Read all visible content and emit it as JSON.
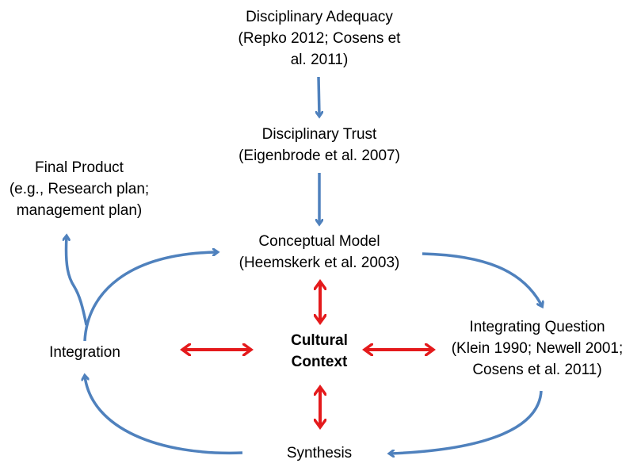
{
  "nodes": {
    "adequacy": {
      "lines": [
        "Disciplinary Adequacy",
        "(Repko 2012; Cosens et",
        "al. 2011)"
      ]
    },
    "trust": {
      "lines": [
        "Disciplinary Trust",
        "(Eigenbrode et al. 2007)"
      ]
    },
    "final_product": {
      "lines": [
        "Final Product",
        "(e.g., Research plan;",
        "management plan)"
      ]
    },
    "conceptual_model": {
      "lines": [
        "Conceptual Model",
        "(Heemskerk et al. 2003)"
      ]
    },
    "integrating_question": {
      "lines": [
        "Integrating Question",
        "(Klein 1990; Newell 2001;",
        "Cosens et al. 2011)"
      ]
    },
    "integration": {
      "lines": [
        "Integration"
      ]
    },
    "cultural_context": {
      "lines": [
        "Cultural",
        "Context"
      ]
    },
    "synthesis": {
      "lines": [
        "Synthesis"
      ]
    }
  },
  "colors": {
    "flow_arrow": "#4f81bd",
    "context_arrow": "#e41a1c",
    "text": "#000000"
  }
}
